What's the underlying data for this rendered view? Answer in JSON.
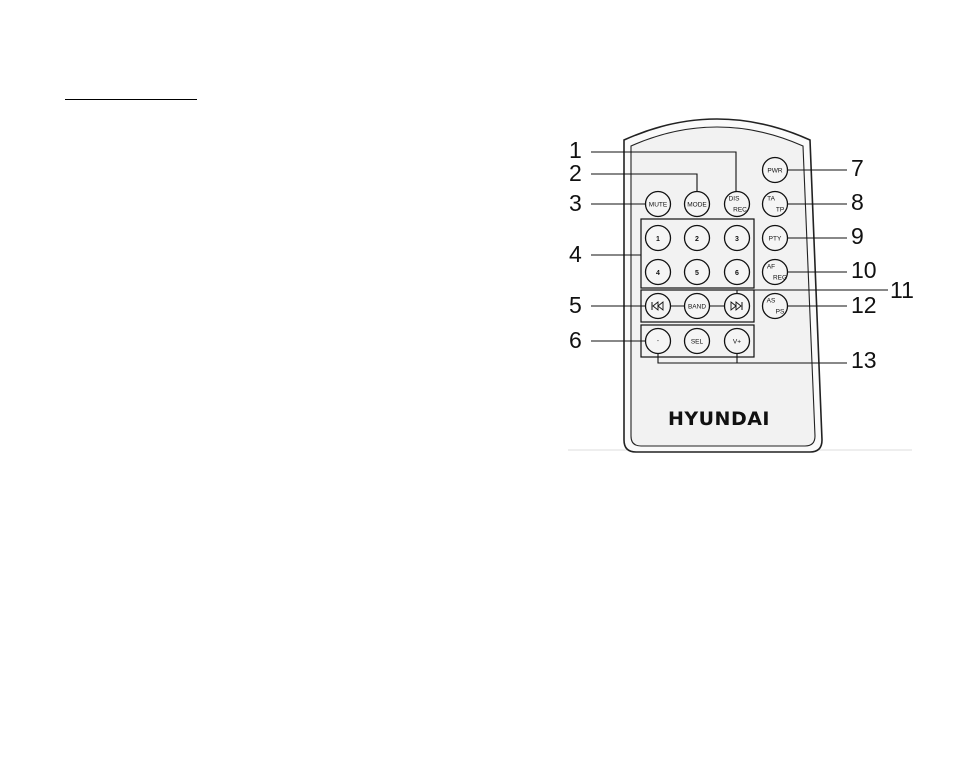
{
  "brand": "HYUNDAI",
  "buttons": {
    "dis_rec_top": "DIS",
    "dis_rec_bottom": "REC",
    "mode": "MODE",
    "mute": "MUTE",
    "n1": "1",
    "n2": "2",
    "n3": "3",
    "n4": "4",
    "n5": "5",
    "n6": "6",
    "prev_icon": "skip-back-icon",
    "band": "BAND",
    "next_icon": "skip-forward-icon",
    "vol_down": "-",
    "sel": "SEL",
    "vol_up": "V+",
    "pwr": "PWR",
    "ta": "TA",
    "tp": "TP",
    "pty": "PTY",
    "af": "AF",
    "reg": "REG",
    "as": "AS",
    "ps": "PS"
  },
  "callouts": {
    "c1": "1",
    "c2": "2",
    "c3": "3",
    "c4": "4",
    "c5": "5",
    "c6": "6",
    "c7": "7",
    "c8": "8",
    "c9": "9",
    "c10": "10",
    "c11": "11",
    "c12": "12",
    "c13": "13"
  }
}
